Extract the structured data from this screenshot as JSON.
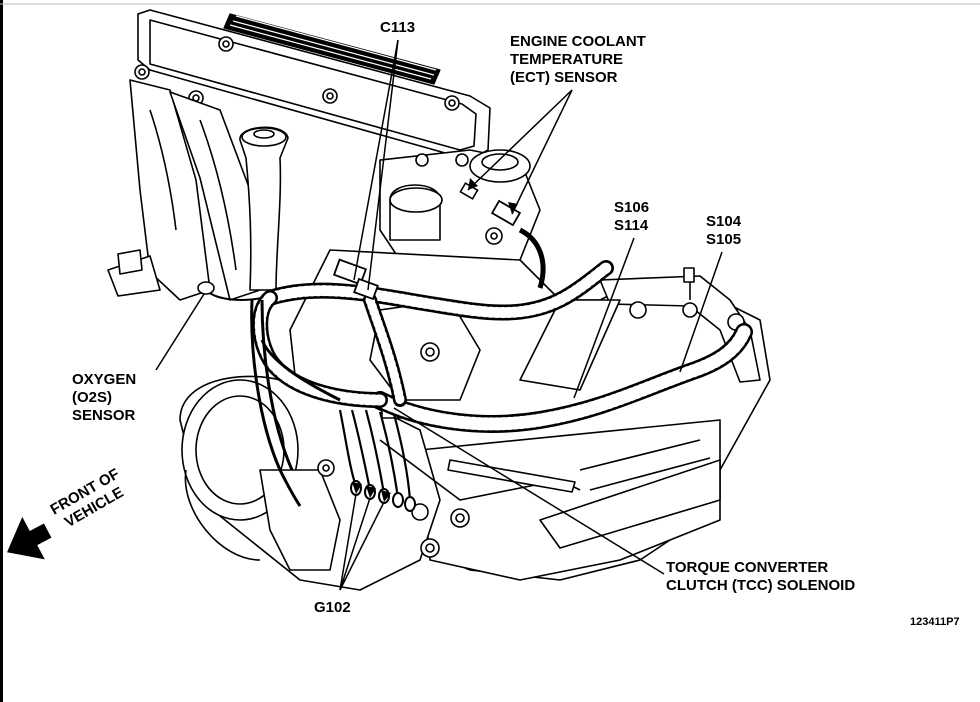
{
  "labels": {
    "c113": "C113",
    "ect_line1": "ENGINE COOLANT",
    "ect_line2": "TEMPERATURE",
    "ect_line3": "(ECT) SENSOR",
    "s106": "S106",
    "s114": "S114",
    "s104": "S104",
    "s105": "S105",
    "o2s_line1": "OXYGEN",
    "o2s_line2": "(O2S)",
    "o2s_line3": "SENSOR",
    "front_line1": "FRONT OF",
    "front_line2": "VEHICLE",
    "tcc_line1": "TORQUE CONVERTER",
    "tcc_line2": "CLUTCH (TCC) SOLENOID",
    "g102": "G102",
    "figure_code": "123411P7"
  }
}
